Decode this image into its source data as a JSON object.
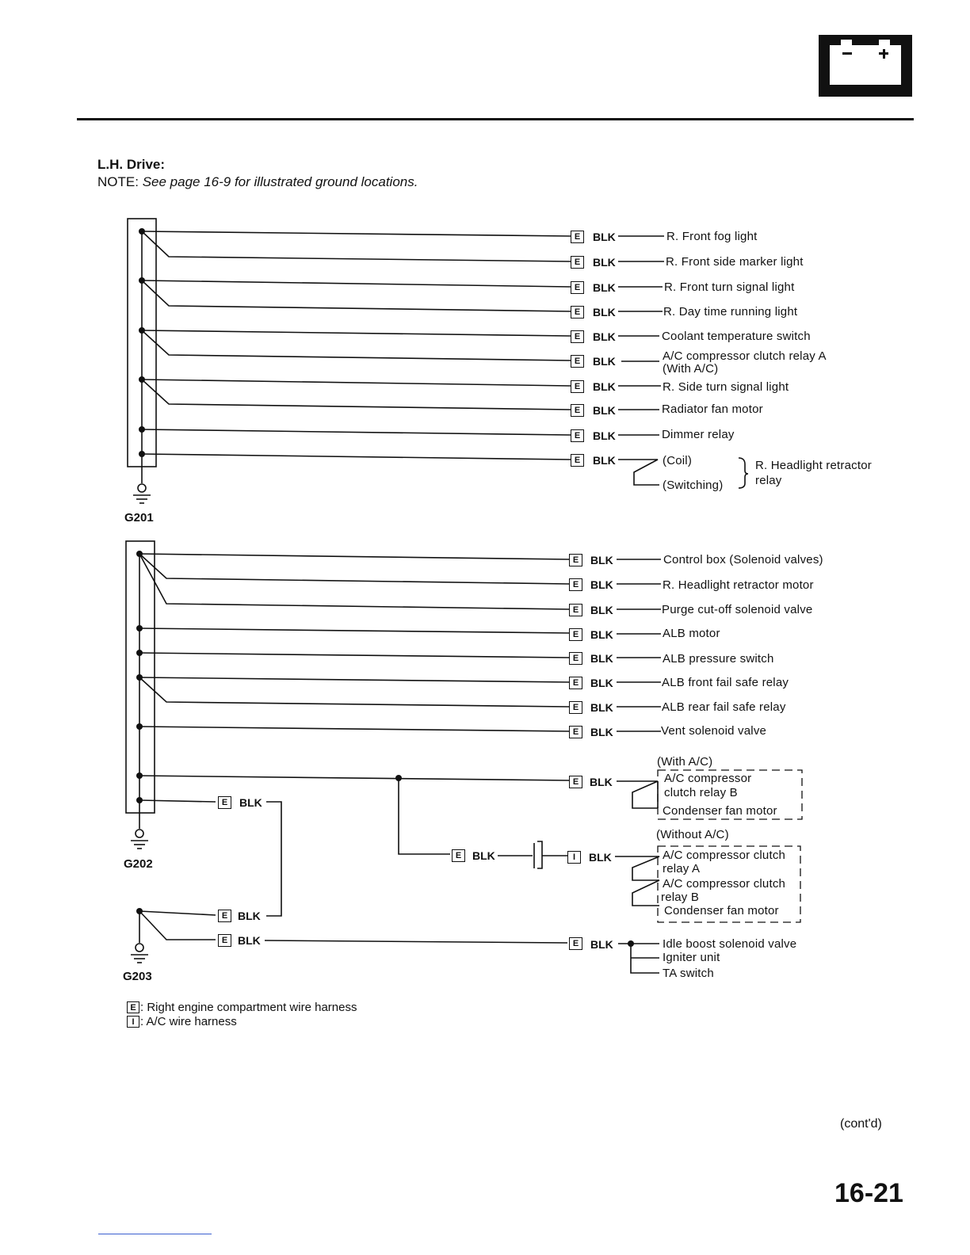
{
  "header": {
    "section_icon": "battery-icon",
    "heading": "L.H. Drive:",
    "note_prefix": "NOTE:",
    "note_text": "See page 16-9 for illustrated ground locations."
  },
  "ground_points": [
    "G201",
    "G202",
    "G203"
  ],
  "connector_codes": {
    "engine": "E",
    "ac": "I"
  },
  "wire_color": "BLK",
  "g201_circuits": [
    "R. Front fog light",
    "R. Front side marker light",
    "R. Front turn signal light",
    "R. Day time running light",
    "Coolant temperature switch",
    "A/C compressor clutch relay A",
    "R. Side turn signal light",
    "Radiator fan motor",
    "Dimmer relay"
  ],
  "g201_extra": {
    "ac_note": "(With A/C)",
    "coil": "(Coil)",
    "switching": "(Switching)",
    "retractor_line1": "R. Headlight retractor",
    "retractor_line2": "relay"
  },
  "g202_circuits": [
    "Control box (Solenoid valves)",
    "R. Headlight retractor motor",
    "Purge cut-off solenoid valve",
    "ALB motor",
    "ALB pressure switch",
    "ALB front fail safe relay",
    "ALB rear fail safe relay",
    "Vent solenoid valve"
  ],
  "with_ac_group": {
    "title": "(With A/C)",
    "item1_line1": "A/C compressor",
    "item1_line2": "clutch relay B",
    "item2": "Condenser fan motor"
  },
  "without_ac_group": {
    "title": "(Without A/C)",
    "item1_line1": "A/C compressor clutch",
    "item1_line2": "relay A",
    "item2_line1": "A/C compressor clutch",
    "item2_line2": "relay B",
    "item3": "Condenser fan motor"
  },
  "g203_circuits": [
    "Idle boost solenoid valve",
    "Igniter unit",
    "TA switch"
  ],
  "legend": {
    "e_text": ": Right engine compartment wire harness",
    "i_text": ": A/C wire harness"
  },
  "footer": {
    "contd": "(cont'd)",
    "page_number": "16-21"
  }
}
